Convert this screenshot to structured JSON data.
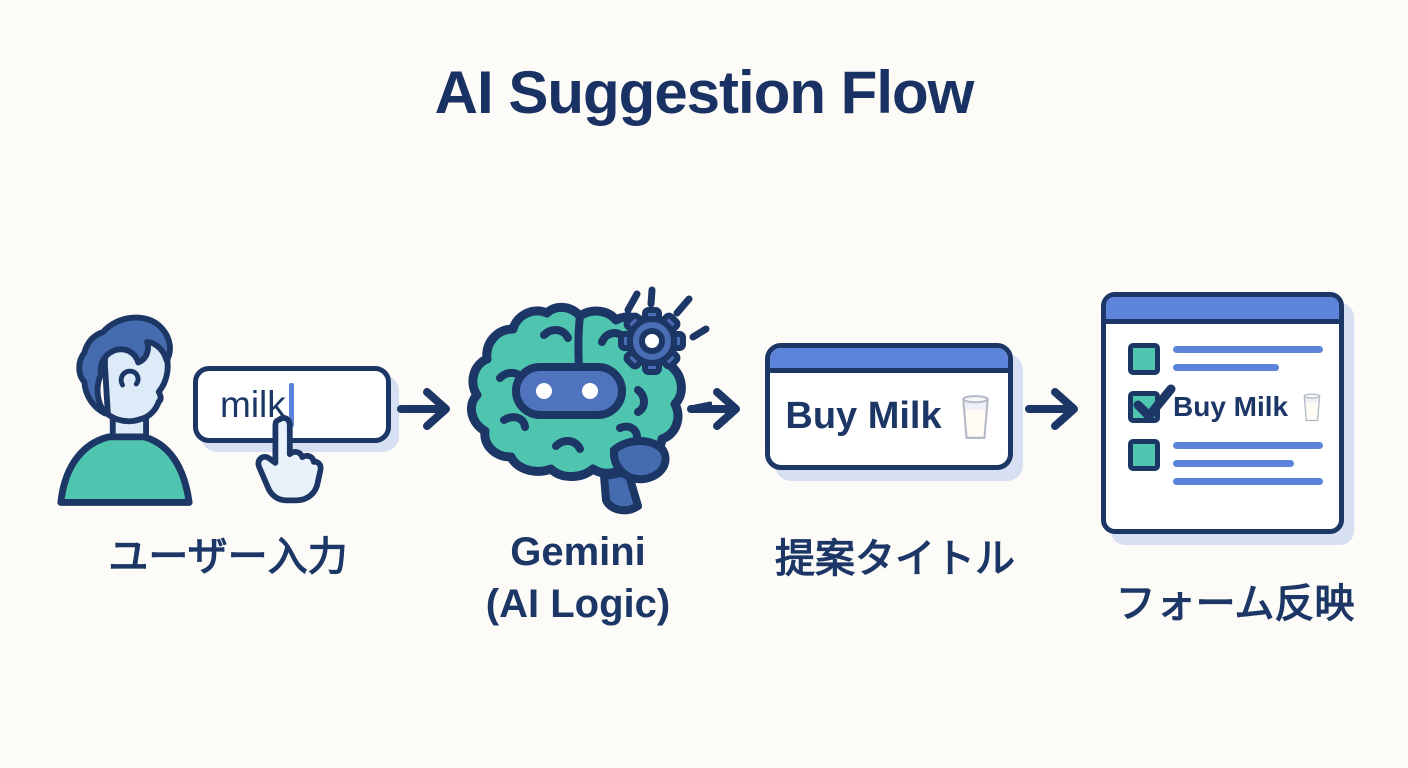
{
  "title": "AI Suggestion Flow",
  "flow": {
    "user_input": {
      "label": "ユーザー入力",
      "input_value": "milk",
      "icons": [
        "person-icon",
        "cursor-hand-icon",
        "text-cursor"
      ]
    },
    "gemini": {
      "label_line1": "Gemini",
      "label_line2": "(AI Logic)",
      "icons": [
        "brain-icon",
        "gear-icon",
        "spark-lines-icon"
      ]
    },
    "suggestion_title": {
      "label": "提案タイトル",
      "card_text": "Buy Milk",
      "card_icon": "milk-glass-icon"
    },
    "form_reflection": {
      "label": "フォーム反映",
      "checked_item_text": "Buy Milk",
      "checked_item_icon": "milk-glass-icon",
      "checkboxes": [
        "unchecked",
        "checked",
        "unchecked"
      ]
    }
  },
  "colors": {
    "navy_outline": "#1c3766",
    "title_navy": "#1a3263",
    "teal": "#4fc5af",
    "blue": "#4a6db4",
    "header_blue": "#5c84da",
    "line_blue": "#5b83d9",
    "face_light": "#ddeaf7",
    "shadow_blue": "#d6e0f2",
    "background": "#fcfbf8"
  }
}
